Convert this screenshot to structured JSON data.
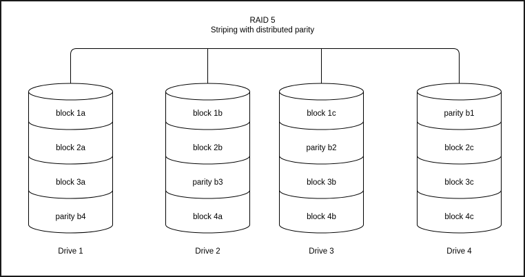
{
  "title": {
    "line1": "RAID 5",
    "line2": "Striping with distributed parity"
  },
  "drives": [
    {
      "name": "Drive 1",
      "blocks": [
        "block 1a",
        "block 2a",
        "block 3a",
        "parity b4"
      ]
    },
    {
      "name": "Drive 2",
      "blocks": [
        "block 1b",
        "block 2b",
        "parity b3",
        "block 4a"
      ]
    },
    {
      "name": "Drive 3",
      "blocks": [
        "block 1c",
        "parity b2",
        "block 3b",
        "block 4b"
      ]
    },
    {
      "name": "Drive 4",
      "blocks": [
        "parity b1",
        "block 2c",
        "block 3c",
        "block 4c"
      ]
    }
  ],
  "colors": {
    "stroke": "#000000",
    "background": "#ffffff",
    "text": "#000000",
    "border": "#1a1a1a"
  }
}
